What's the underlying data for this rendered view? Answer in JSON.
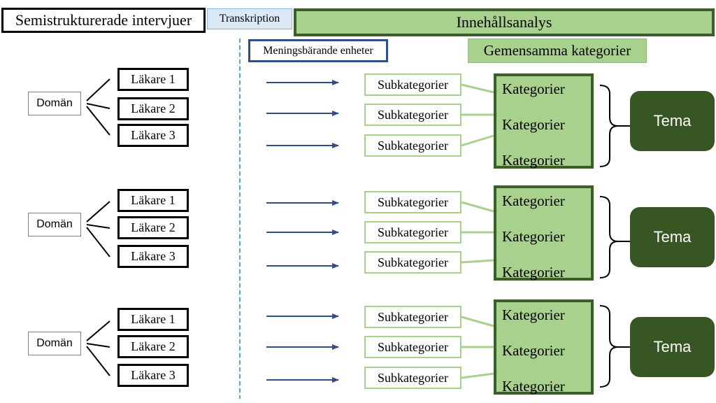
{
  "headers": {
    "semistrukturerade": "Semistrukturerade intervjuer",
    "transkription": "Transkription",
    "innehallsanalys": "Innehållsanalys",
    "meningsbarande": "Meningsbärande enheter",
    "gemensamma": "Gemensamma kategorier"
  },
  "groups": [
    {
      "doman": "Domän",
      "lakare": [
        "Läkare 1",
        "Läkare 2",
        "Läkare 3"
      ],
      "subkategorier": [
        "Subkategorier",
        "Subkategorier",
        "Subkategorier"
      ],
      "kategorier": [
        "Kategorier",
        "Kategorier",
        "Kategorier"
      ],
      "tema": "Tema"
    },
    {
      "doman": "Domän",
      "lakare": [
        "Läkare 1",
        "Läkare 2",
        "Läkare 3"
      ],
      "subkategorier": [
        "Subkategorier",
        "Subkategorier",
        "Subkategorier"
      ],
      "kategorier": [
        "Kategorier",
        "Kategorier",
        "Kategorier"
      ],
      "tema": "Tema"
    },
    {
      "doman": "Domän",
      "lakare": [
        "Läkare 1",
        "Läkare 2",
        "Läkare 3"
      ],
      "subkategorier": [
        "Subkategorier",
        "Subkategorier",
        "Subkategorier"
      ],
      "kategorier": [
        "Kategorier",
        "Kategorier",
        "Kategorier"
      ],
      "tema": "Tema"
    }
  ],
  "colors": {
    "green_fill": "#a9d18e",
    "green_dark": "#3b5e2b",
    "tema_fill": "#375623",
    "arrow_blue": "#2f4f8a",
    "dash_blue": "#4bacc6"
  }
}
